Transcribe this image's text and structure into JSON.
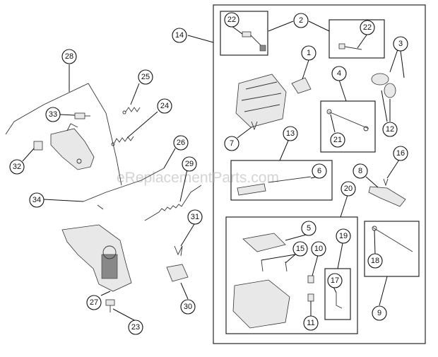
{
  "watermark": "eReplacementParts.com",
  "callouts": [
    "1",
    "2",
    "3",
    "4",
    "5",
    "6",
    "7",
    "8",
    "9",
    "10",
    "11",
    "12",
    "13",
    "14",
    "15",
    "16",
    "17",
    "18",
    "19",
    "20",
    "21",
    "22",
    "23",
    "24",
    "25",
    "26",
    "27",
    "28",
    "29",
    "30",
    "31",
    "32",
    "33",
    "34"
  ]
}
